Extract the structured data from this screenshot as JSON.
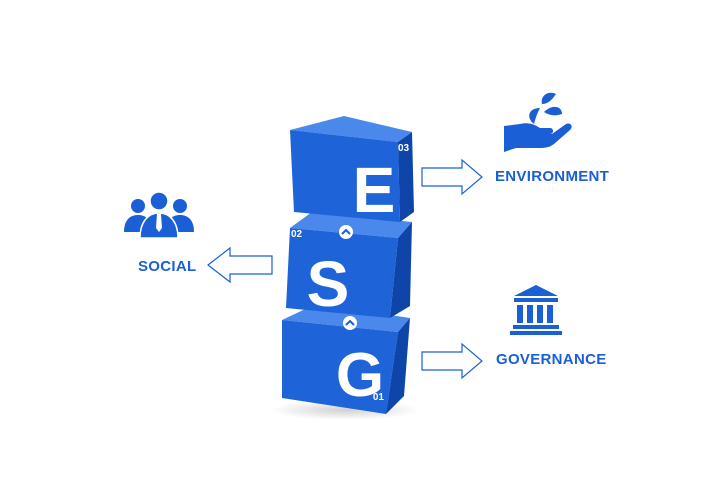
{
  "diagram": {
    "cubes": [
      {
        "letter": "E",
        "number": "03"
      },
      {
        "letter": "S",
        "number": "02"
      },
      {
        "letter": "G",
        "number": "01"
      }
    ],
    "labels": {
      "environment": "ENVIRONMENT",
      "social": "SOCIAL",
      "governance": "GOVERNANCE"
    },
    "icons": {
      "environment": "hand-leaves-icon",
      "social": "people-group-icon",
      "governance": "bank-building-icon"
    },
    "colors": {
      "accent": "#1a5fd6",
      "cube_front": "#1f63d8",
      "cube_top": "#4a88ec",
      "cube_side": "#0f45a8",
      "arrow_stroke": "#1a5fd6"
    }
  }
}
